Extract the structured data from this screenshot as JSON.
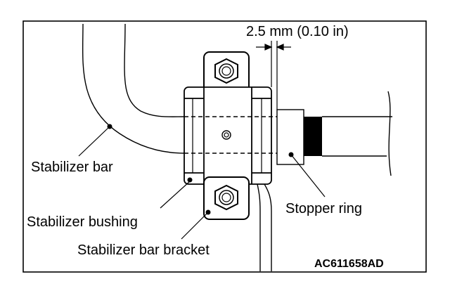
{
  "figure": {
    "dimension_label": "2.5 mm (0.10 in)",
    "labels": {
      "stabilizer_bar": "Stabilizer bar",
      "stabilizer_bushing": "Stabilizer bushing",
      "stabilizer_bar_bracket": "Stabilizer bar bracket",
      "stopper_ring": "Stopper ring"
    },
    "code": "AC611658AD"
  },
  "colors": {
    "line": "#000000",
    "background": "#ffffff"
  }
}
